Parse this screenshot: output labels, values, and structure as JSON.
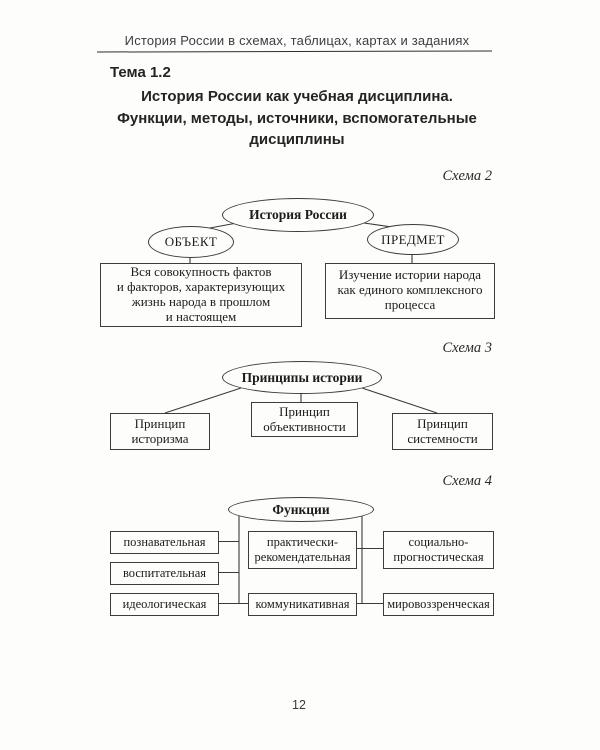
{
  "page": {
    "running_header": "История России в схемах, таблицах, картах и заданиях",
    "topic_label": "Тема 1.2",
    "title_line1": "История России как учебная дисциплина.",
    "title_line2": "Функции, методы, источники, вспомогательные",
    "title_line3": "дисциплины",
    "page_number": "12"
  },
  "scheme2": {
    "label": "Схема 2",
    "root": "История России",
    "object_node": "ОБЪЕКТ",
    "subject_node": "ПРЕДМЕТ",
    "object_lines": [
      "Вся совокупность фактов",
      "и факторов, характеризующих",
      "жизнь народа в прошлом",
      "и настоящем"
    ],
    "subject_lines": [
      "Изучение истории народа",
      "как единого комплексного",
      "процесса"
    ]
  },
  "scheme3": {
    "label": "Схема 3",
    "root": "Принципы истории",
    "box1_lines": [
      "Принцип",
      "историзма"
    ],
    "box2_lines": [
      "Принцип",
      "объективности"
    ],
    "box3_lines": [
      "Принцип",
      "системности"
    ]
  },
  "scheme4": {
    "label": "Схема 4",
    "root": "Функции",
    "left1": "познавательная",
    "left2": "воспитательная",
    "left3": "идеологическая",
    "center1_lines": [
      "практически-",
      "рекомендательная"
    ],
    "center2": "коммуникативная",
    "right1_lines": [
      "социально-",
      "прогностическая"
    ],
    "right2": "мировоззренческая"
  }
}
